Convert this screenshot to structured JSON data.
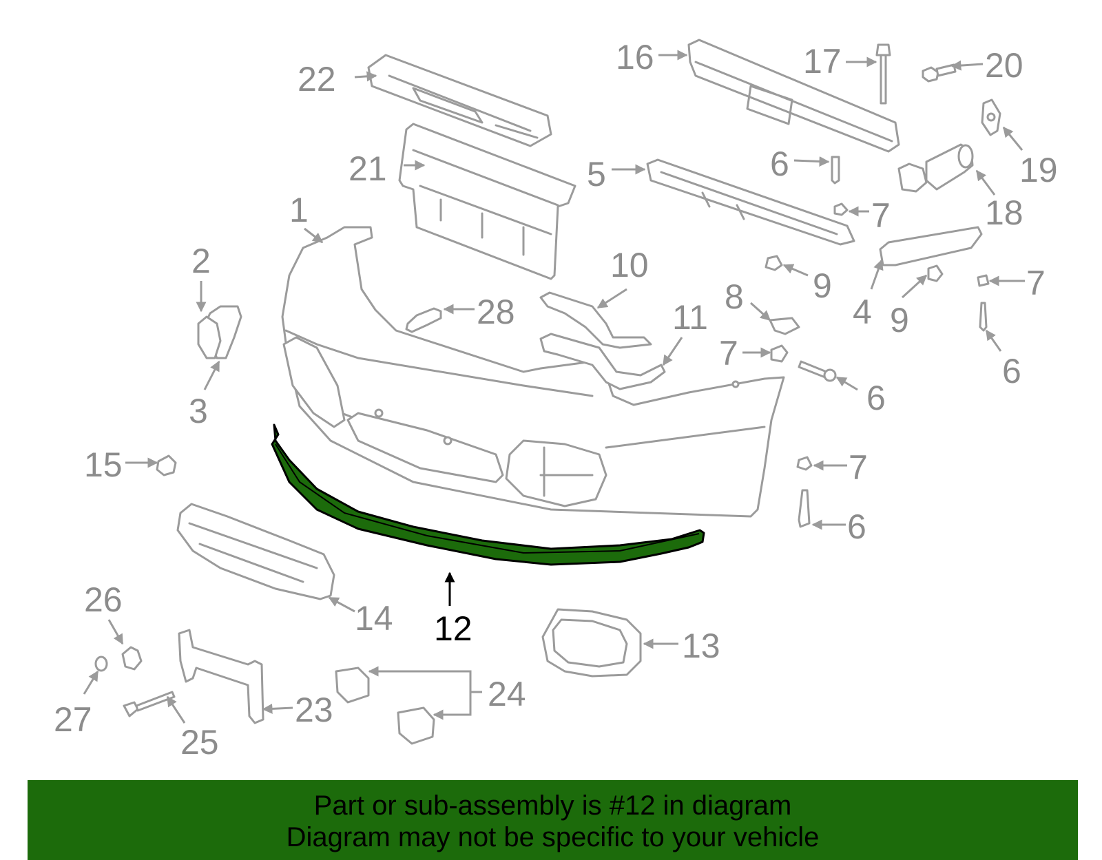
{
  "colors": {
    "highlight_fill": "#1c6b0b",
    "part_outline": "#9b9b9b",
    "callout_text": "#8c8c8c",
    "banner_bg": "#1c6b0b"
  },
  "highlighted_part": "12",
  "callouts": {
    "c1": "1",
    "c2": "2",
    "c3": "3",
    "c4": "4",
    "c5": "5",
    "c6a": "6",
    "c6b": "6",
    "c6c": "6",
    "c6d": "6",
    "c7a": "7",
    "c7b": "7",
    "c7c": "7",
    "c7d": "7",
    "c8": "8",
    "c9a": "9",
    "c9b": "9",
    "c10": "10",
    "c11": "11",
    "c12": "12",
    "c13": "13",
    "c14": "14",
    "c15": "15",
    "c16": "16",
    "c17": "17",
    "c18": "18",
    "c19": "19",
    "c20": "20",
    "c21": "21",
    "c22": "22",
    "c23": "23",
    "c24": "24",
    "c25": "25",
    "c26": "26",
    "c27": "27",
    "c28": "28"
  },
  "banner": {
    "line1": "Part or sub-assembly is #12 in diagram",
    "line2": "Diagram may not be specific to your vehicle"
  }
}
